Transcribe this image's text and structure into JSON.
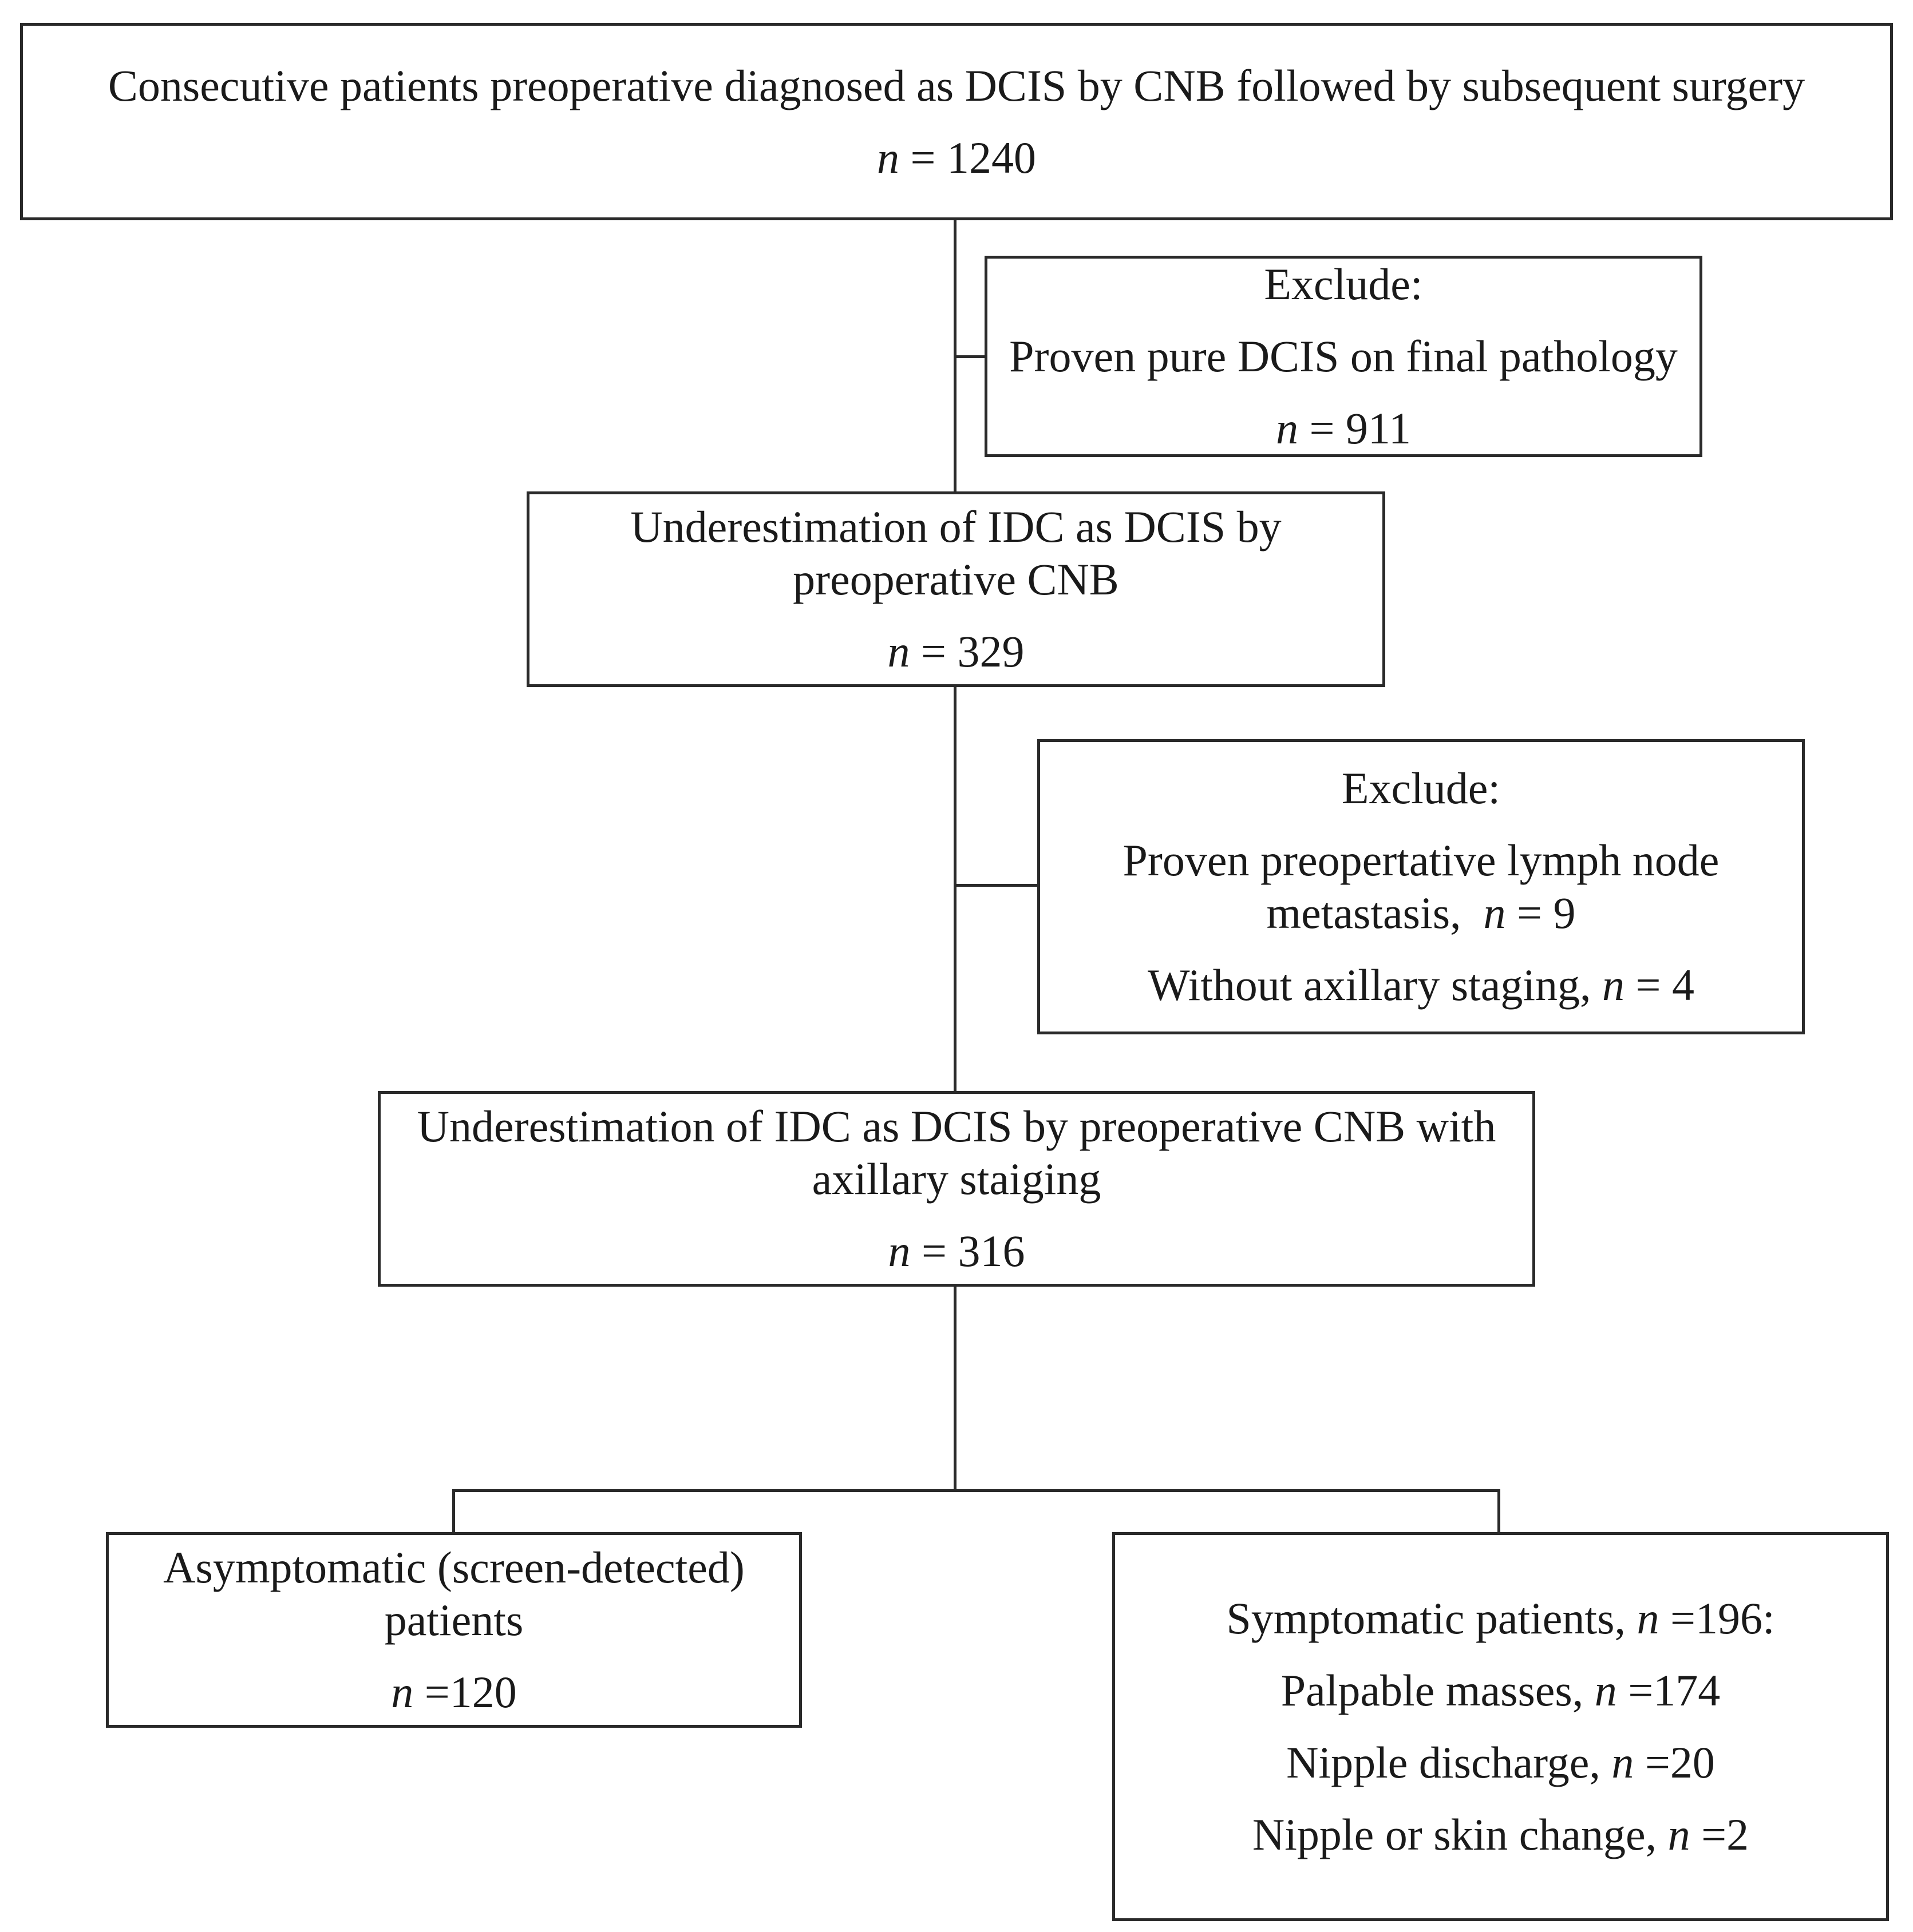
{
  "flowchart": {
    "top": {
      "text": "Consecutive patients preoperative diagnosed as DCIS by CNB followed by subsequent surgery",
      "n_label": "n",
      "n_value": "= 1240"
    },
    "exclude1": {
      "heading": "Exclude:",
      "item": "Proven pure DCIS on final pathology",
      "n_label": "n",
      "n_value": "= 911"
    },
    "under1": {
      "line1": "Underestimation of IDC as DCIS by",
      "line2": "preoperative CNB",
      "n_label": "n",
      "n_value": "= 329"
    },
    "exclude2": {
      "heading": "Exclude:",
      "item1_line1": "Proven preopertative lymph node",
      "item1_line2": "metastasis,",
      "item1_n_label": "n",
      "item1_n_value": "= 9",
      "item2": "Without axillary staging,",
      "item2_n_label": "n",
      "item2_n_value": "= 4"
    },
    "under2": {
      "line1": "Underestimation of IDC as DCIS by preoperative CNB with",
      "line2": "axillary staiging",
      "n_label": "n",
      "n_value": "= 316"
    },
    "asymptomatic": {
      "line1": "Asymptomatic (screen-detected)",
      "line2": "patients",
      "n_label": "n",
      "n_value": "=120"
    },
    "symptomatic": {
      "heading": "Symptomatic patients,",
      "heading_n_label": "n",
      "heading_n_value": "=196:",
      "items": [
        {
          "text": "Palpable masses,",
          "n_label": "n",
          "n_value": "=174"
        },
        {
          "text": "Nipple discharge,",
          "n_label": "n",
          "n_value": "=20"
        },
        {
          "text": "Nipple or skin change,",
          "n_label": "n",
          "n_value": "=2"
        }
      ]
    }
  }
}
